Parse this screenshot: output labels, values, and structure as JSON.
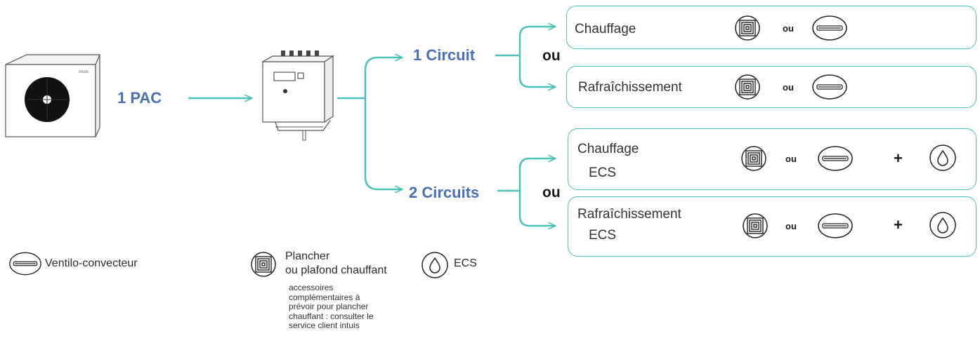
{
  "source": {
    "pac_label": "1 PAC",
    "brand": "intuis"
  },
  "circuits": [
    {
      "label": "1 Circuit",
      "separator": "ou",
      "options": [
        {
          "title": "Chauffage",
          "subtitle": "",
          "or_label": "ou"
        },
        {
          "title": "Rafraîchissement",
          "subtitle": "",
          "or_label": "ou"
        }
      ]
    },
    {
      "label": "2 Circuits",
      "separator": "ou",
      "options": [
        {
          "title": "Chauffage",
          "subtitle": "ECS",
          "or_label": "ou",
          "plus": "+"
        },
        {
          "title": "Rafraîchissement",
          "subtitle": "ECS",
          "or_label": "ou",
          "plus": "+"
        }
      ]
    }
  ],
  "legend": {
    "fan_coil": "Ventilo-convecteur",
    "floor_line1": "Plancher",
    "floor_line2": "ou plafond chauffant",
    "ecs": "ECS",
    "note": [
      "accessoires",
      "complémentaires à",
      "prévoir pour plancher",
      "chauffant : consulter le",
      "service client intuis"
    ]
  },
  "colors": {
    "accent": "#4fbfba",
    "label_blue": "#4a6fb5",
    "line": "#555555"
  }
}
